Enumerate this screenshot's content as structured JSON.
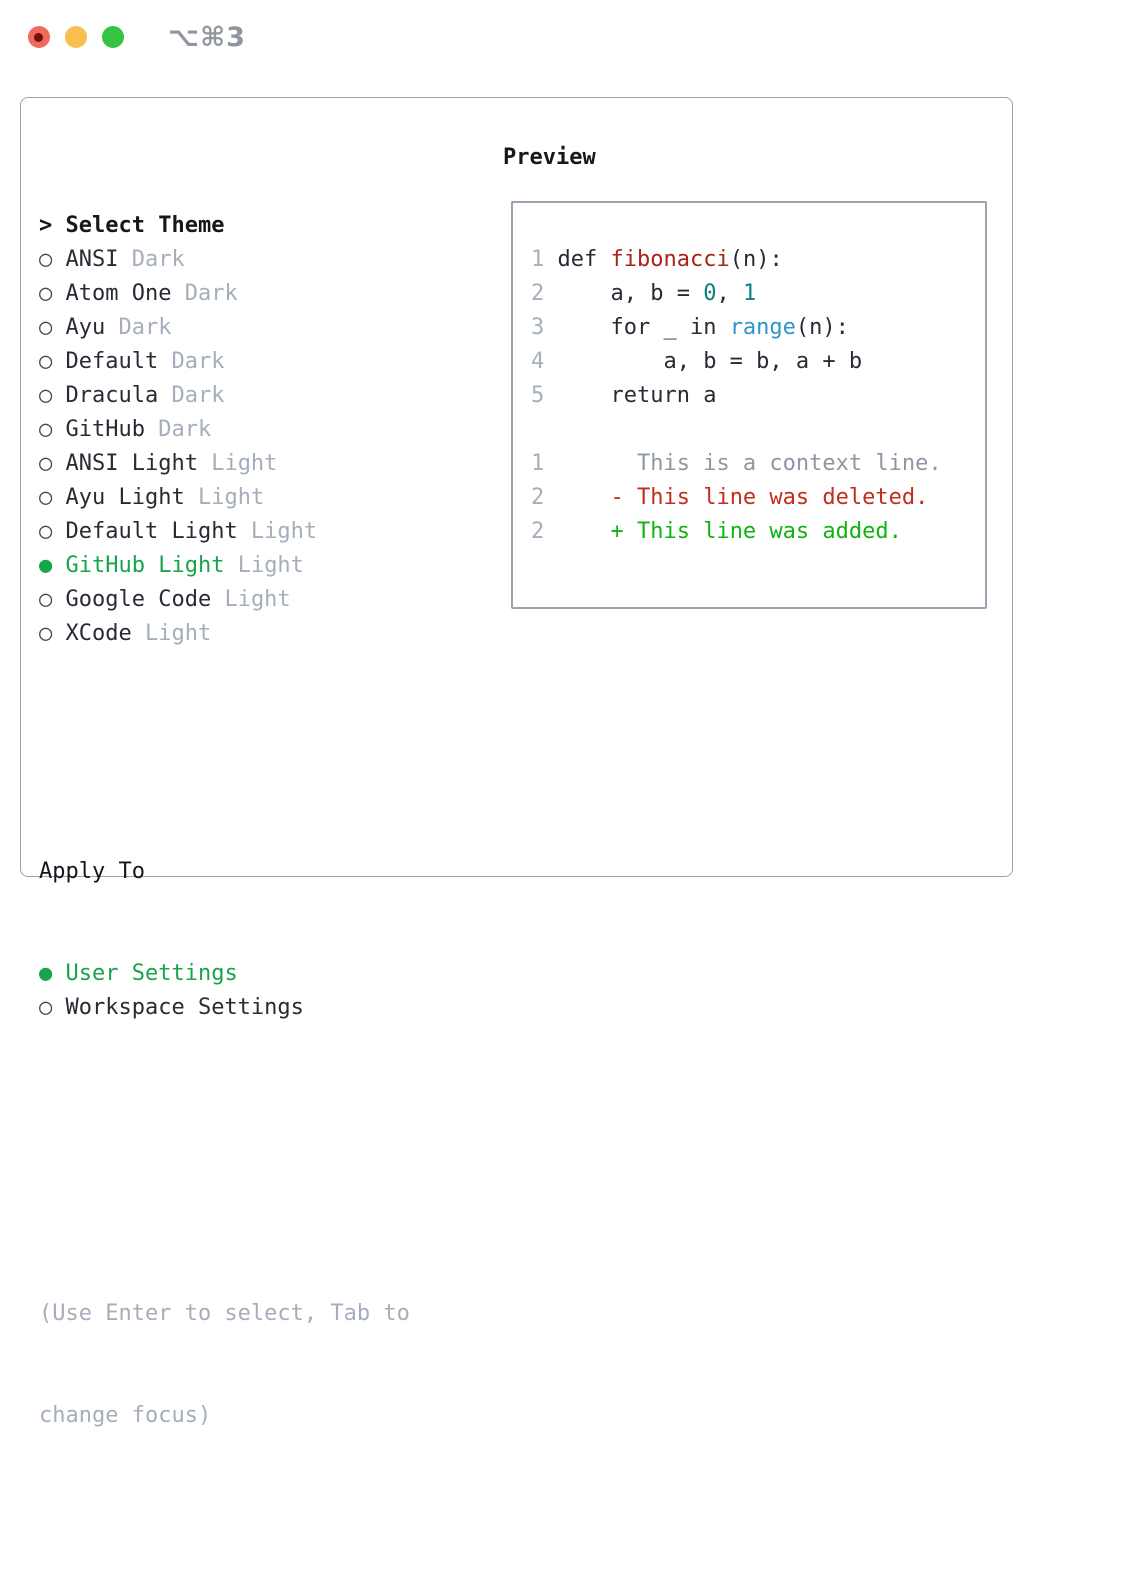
{
  "window": {
    "title": "⌥⌘3"
  },
  "markers": {
    "unselected": "○",
    "selected": "●",
    "header": ">"
  },
  "theme_list": {
    "header": "Select Theme",
    "items": [
      {
        "name": "ANSI",
        "variant": "Dark",
        "selected": false
      },
      {
        "name": "Atom One",
        "variant": "Dark",
        "selected": false
      },
      {
        "name": "Ayu",
        "variant": "Dark",
        "selected": false
      },
      {
        "name": "Default",
        "variant": "Dark",
        "selected": false
      },
      {
        "name": "Dracula",
        "variant": "Dark",
        "selected": false
      },
      {
        "name": "GitHub",
        "variant": "Dark",
        "selected": false
      },
      {
        "name": "ANSI Light",
        "variant": "Light",
        "selected": false
      },
      {
        "name": "Ayu Light",
        "variant": "Light",
        "selected": false
      },
      {
        "name": "Default Light",
        "variant": "Light",
        "selected": false
      },
      {
        "name": "GitHub Light",
        "variant": "Light",
        "selected": true
      },
      {
        "name": "Google Code",
        "variant": "Light",
        "selected": false
      },
      {
        "name": "XCode",
        "variant": "Light",
        "selected": false
      }
    ]
  },
  "apply_to": {
    "header": "Apply To",
    "options": [
      {
        "name": "User Settings",
        "selected": true
      },
      {
        "name": "Workspace Settings",
        "selected": false
      }
    ]
  },
  "hint": {
    "line1": "(Use Enter to select, Tab to",
    "line2": "change focus)"
  },
  "preview": {
    "header": "Preview",
    "lines": [
      {
        "segments": [
          [
            "1 ",
            "num"
          ],
          [
            "def ",
            "text"
          ],
          [
            "fibonacci",
            "func"
          ],
          [
            "(n):",
            "text"
          ]
        ]
      },
      {
        "segments": [
          [
            "2 ",
            "num"
          ],
          [
            "    a, b = ",
            "text"
          ],
          [
            "0",
            "numlit"
          ],
          [
            ", ",
            "text"
          ],
          [
            "1",
            "numlit"
          ]
        ]
      },
      {
        "segments": [
          [
            "3 ",
            "num"
          ],
          [
            "    for _ in ",
            "text"
          ],
          [
            "range",
            "builtin"
          ],
          [
            "(n):",
            "text"
          ]
        ]
      },
      {
        "segments": [
          [
            "4 ",
            "num"
          ],
          [
            "        a, b = b, a + b",
            "text"
          ]
        ]
      },
      {
        "segments": [
          [
            "5 ",
            "num"
          ],
          [
            "    return a",
            "text"
          ]
        ]
      },
      {
        "segments": []
      },
      {
        "segments": [
          [
            "1 ",
            "num"
          ],
          [
            "      This is a context line.",
            "ctx"
          ]
        ]
      },
      {
        "segments": [
          [
            "2 ",
            "num"
          ],
          [
            "    ",
            "text"
          ],
          [
            "- This line was deleted.",
            "del"
          ]
        ]
      },
      {
        "segments": [
          [
            "2 ",
            "num"
          ],
          [
            "    ",
            "text"
          ],
          [
            "+ This line was added.",
            "add"
          ]
        ]
      }
    ]
  },
  "colors": {
    "accent_green": "#16a54a",
    "diff_added_green": "#0fb410",
    "diff_deleted_red": "#c22d1c",
    "function_red": "#a92318",
    "number_teal": "#0f7d84",
    "builtin_blue": "#2d96c8",
    "muted_gray": "#a5aebb",
    "border_gray": "#9aa3b0",
    "traffic_red": "#f2685c",
    "traffic_yellow": "#f6bf4e",
    "traffic_green": "#37c342"
  }
}
